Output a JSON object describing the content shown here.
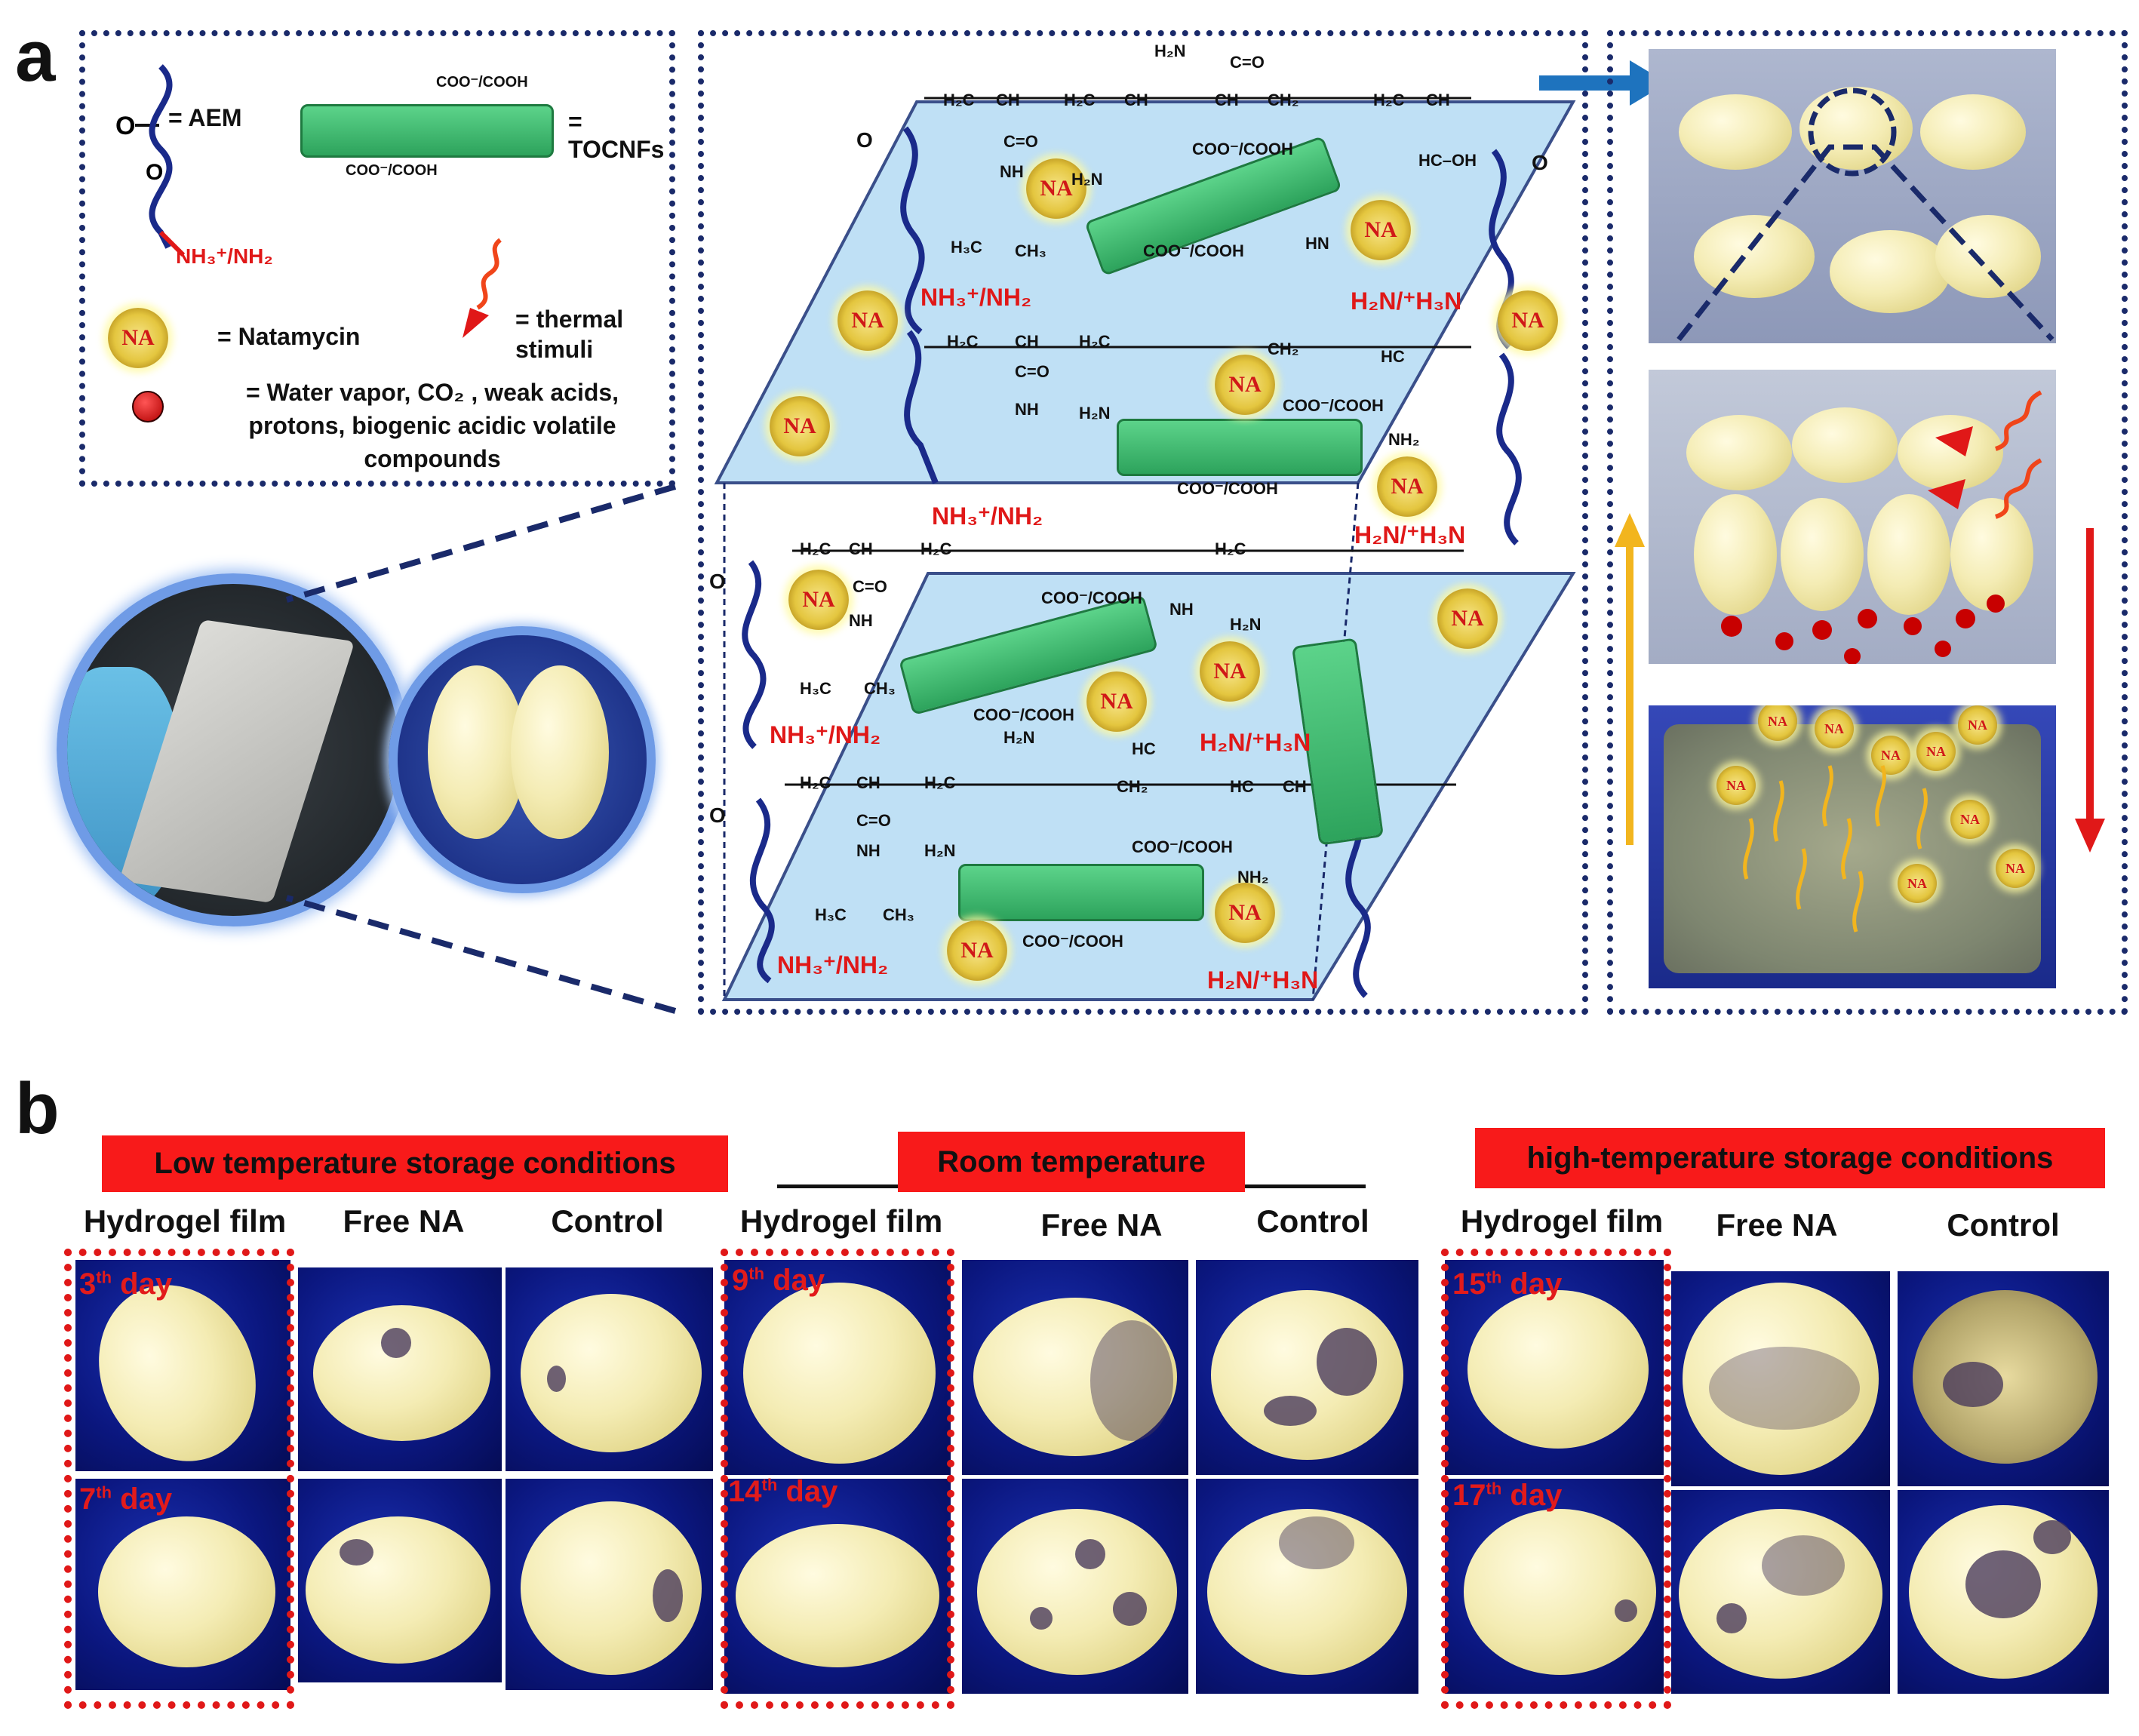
{
  "panel_a": {
    "letter": "a",
    "legend": {
      "aem": "= AEM",
      "tocnfs": "= TOCNFs",
      "coo_top": "COO⁻/COOH",
      "coo_bottom": "COO⁻/COOH",
      "nh3": "NH₃⁺/NH₂",
      "natamycin": "= Natamycin",
      "na": "NA",
      "thermal": "= thermal stimuli",
      "volatiles": "= Water vapor, CO₂ , weak acids, protons, biogenic acidic volatile compounds"
    },
    "structure_labels": {
      "nh3_nh2": "NH₃⁺/NH₂",
      "h2n_h3n": "H₂N/⁺H₃N",
      "coo": "COO⁻/COOH",
      "h2c": "H₂C",
      "ch": "CH",
      "ch2": "CH₂",
      "h2": "H₂",
      "h": "H",
      "c": "C",
      "c_o": "C=O",
      "nh": "NH",
      "nh2": "NH₂",
      "h2n": "H₂N",
      "h3c": "H₃C",
      "ch3": "CH₃",
      "hc_oh": "HC–OH",
      "hn": "HN",
      "hc": "HC",
      "o": "O"
    },
    "colors": {
      "red": "#e01818",
      "navy": "#1a2a6a",
      "green": "#2da35c",
      "gold": "#e4c63f",
      "blue_arrow": "#1e73be",
      "yellow_arrow": "#f2b51e"
    }
  },
  "panel_b": {
    "letter": "b",
    "conditions": [
      {
        "banner": "Low temperature storage conditions",
        "columns": [
          "Hydrogel film",
          "Free NA",
          "Control"
        ],
        "days": [
          {
            "num": "3",
            "sup": "th",
            "word": "day"
          },
          {
            "num": "7",
            "sup": "th",
            "word": "day"
          }
        ]
      },
      {
        "banner": "Room temperature",
        "columns": [
          "Hydrogel film",
          "Free NA",
          "Control"
        ],
        "days": [
          {
            "num": "9",
            "sup": "th",
            "word": "day"
          },
          {
            "num": "14",
            "sup": "th",
            "word": "day"
          }
        ]
      },
      {
        "banner": "high-temperature storage conditions",
        "columns": [
          "Hydrogel film",
          "Free NA",
          "Control"
        ],
        "days": [
          {
            "num": "15",
            "sup": "th",
            "word": "day"
          },
          {
            "num": "17",
            "sup": "th",
            "word": "day"
          }
        ]
      }
    ]
  }
}
